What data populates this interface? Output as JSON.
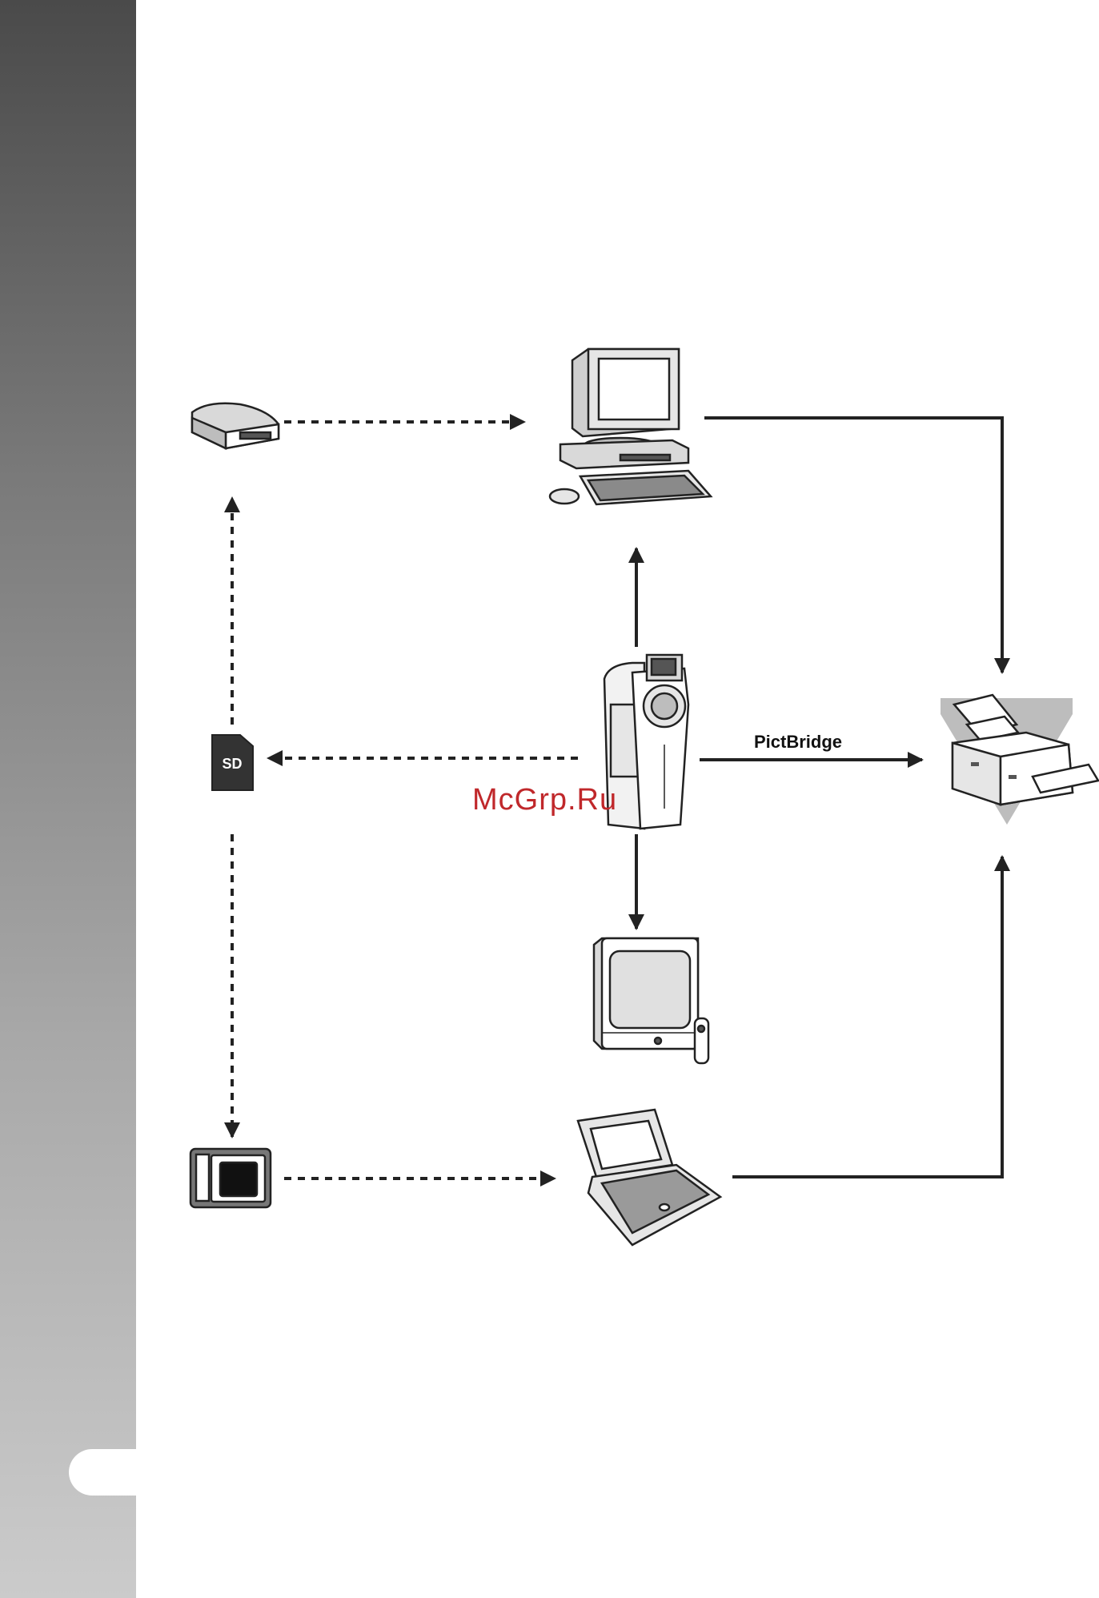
{
  "labels": {
    "pictbridge": "PictBridge"
  },
  "watermark": {
    "text": "McGrp.Ru"
  },
  "nodes": [
    {
      "id": "card-reader",
      "icon": "card-reader-icon"
    },
    {
      "id": "desktop-pc",
      "icon": "desktop-computer-icon"
    },
    {
      "id": "sd-card",
      "icon": "sd-card-icon"
    },
    {
      "id": "camcorder",
      "icon": "camcorder-icon"
    },
    {
      "id": "printer",
      "icon": "printer-icon"
    },
    {
      "id": "tv",
      "icon": "television-icon"
    },
    {
      "id": "pc-card-adapter",
      "icon": "pc-card-adapter-icon"
    },
    {
      "id": "laptop",
      "icon": "laptop-icon"
    }
  ],
  "connections": [
    {
      "from": "sd-card",
      "to": "card-reader",
      "style": "dashed"
    },
    {
      "from": "card-reader",
      "to": "desktop-pc",
      "style": "dashed"
    },
    {
      "from": "camcorder",
      "to": "desktop-pc",
      "style": "solid"
    },
    {
      "from": "desktop-pc",
      "to": "printer",
      "style": "solid"
    },
    {
      "from": "camcorder",
      "to": "sd-card",
      "style": "dashed"
    },
    {
      "from": "camcorder",
      "to": "printer",
      "style": "solid",
      "label": "PictBridge"
    },
    {
      "from": "camcorder",
      "to": "tv",
      "style": "solid"
    },
    {
      "from": "sd-card",
      "to": "pc-card-adapter",
      "style": "dashed"
    },
    {
      "from": "pc-card-adapter",
      "to": "laptop",
      "style": "dashed"
    },
    {
      "from": "laptop",
      "to": "printer",
      "style": "solid"
    }
  ],
  "colors": {
    "line": "#222222",
    "accent_watermark": "#c0282b"
  }
}
